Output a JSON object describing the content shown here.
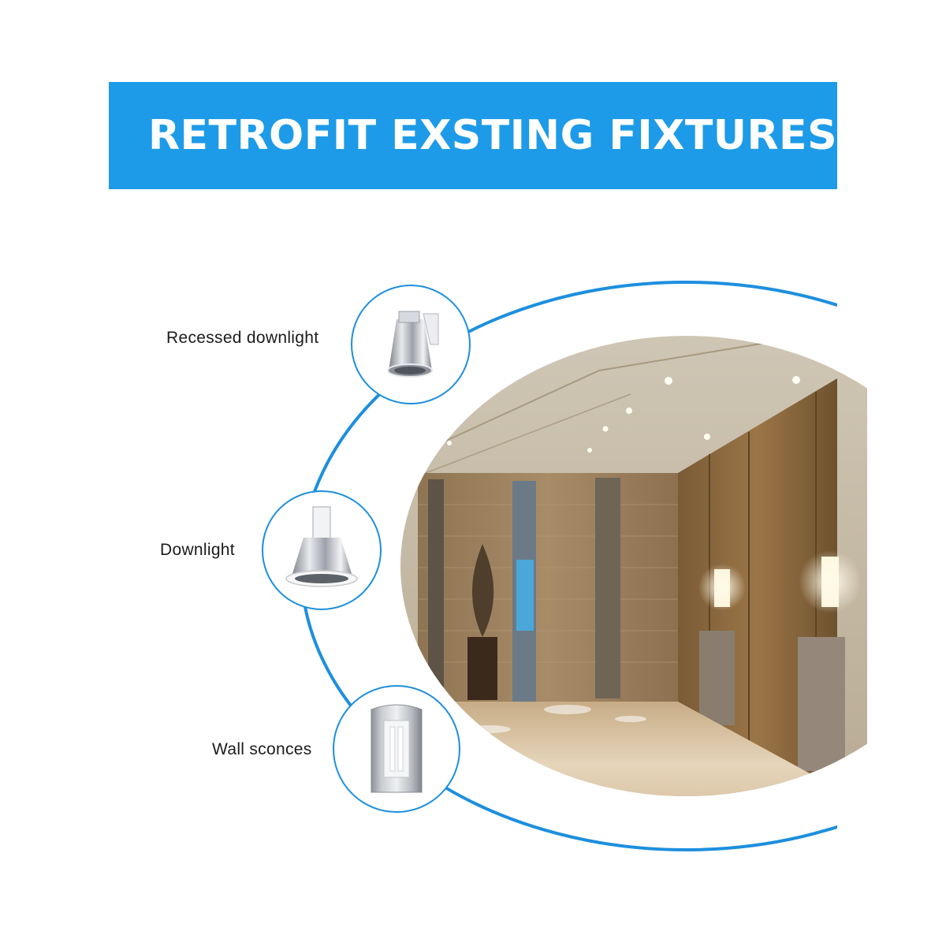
{
  "banner": {
    "title": "RETROFIT EXSTING FIXTURES",
    "color": "#1d9be8"
  },
  "fixtures": [
    {
      "label": "Recessed downlight",
      "icon": "recessed-downlight-icon"
    },
    {
      "label": "Downlight",
      "icon": "downlight-icon"
    },
    {
      "label": "Wall sconces",
      "icon": "wall-sconce-icon"
    }
  ],
  "photo": {
    "subject": "hotel-lobby-corridor-photo"
  },
  "colors": {
    "accent": "#1d9be8",
    "text": "#1b1b1b"
  }
}
